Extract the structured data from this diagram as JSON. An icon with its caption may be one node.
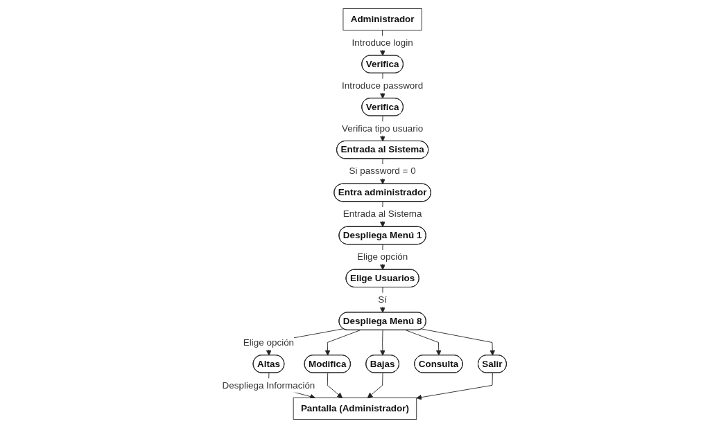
{
  "diagram": {
    "nodes": [
      {
        "text": [
          "Administrador"
        ]
      },
      {
        "text": [
          "Verifica"
        ]
      },
      {
        "text": [
          "Verifica"
        ]
      },
      {
        "text": [
          "Entrada al Sistema"
        ]
      },
      {
        "text": [
          "Entra administrador"
        ]
      },
      {
        "text": [
          "Despliega Menú 1"
        ]
      },
      {
        "text": [
          "Elige Usuarios"
        ]
      },
      {
        "text": [
          "Despliega Menú 8"
        ]
      },
      {
        "text": [
          "Altas"
        ]
      },
      {
        "text": [
          "Modifica"
        ]
      },
      {
        "text": [
          "Bajas"
        ]
      },
      {
        "text": [
          "Consulta"
        ]
      },
      {
        "text": [
          "Salir"
        ]
      },
      {
        "text": [
          "Pantalla (Administrador)"
        ]
      }
    ],
    "edges": [
      {
        "from": 0,
        "to": 1,
        "arrow": "to",
        "label": "Introduce login"
      },
      {
        "from": 1,
        "to": 2,
        "arrow": "to",
        "label": "Introduce password"
      },
      {
        "from": 2,
        "to": 3,
        "arrow": "to",
        "label": "Verifica tipo usuario"
      },
      {
        "from": 3,
        "to": 4,
        "arrow": "to",
        "label": "Si password = 0"
      },
      {
        "from": 4,
        "to": 5,
        "arrow": "to",
        "label": "Entrada al Sistema"
      },
      {
        "from": 5,
        "to": 6,
        "arrow": "to",
        "label": "Elige opción"
      },
      {
        "from": 6,
        "to": 7,
        "arrow": "to",
        "label": "Sí"
      },
      {
        "from": 7,
        "to": 8,
        "arrow": "to",
        "label": "Elige opción"
      },
      {
        "from": 7,
        "to": 9,
        "arrow": "to"
      },
      {
        "from": 7,
        "to": 10,
        "arrow": "to"
      },
      {
        "from": 7,
        "to": 11,
        "arrow": "to"
      },
      {
        "from": 7,
        "to": 12,
        "arrow": "to"
      },
      {
        "from": 8,
        "to": 13,
        "arrow": "to",
        "label": "Despliega Información"
      },
      {
        "from": 9,
        "to": 13,
        "arrow": "to"
      },
      {
        "from": 10,
        "to": 13,
        "arrow": "to"
      },
      {
        "from": 12,
        "to": 13,
        "arrow": "to"
      }
    ]
  }
}
